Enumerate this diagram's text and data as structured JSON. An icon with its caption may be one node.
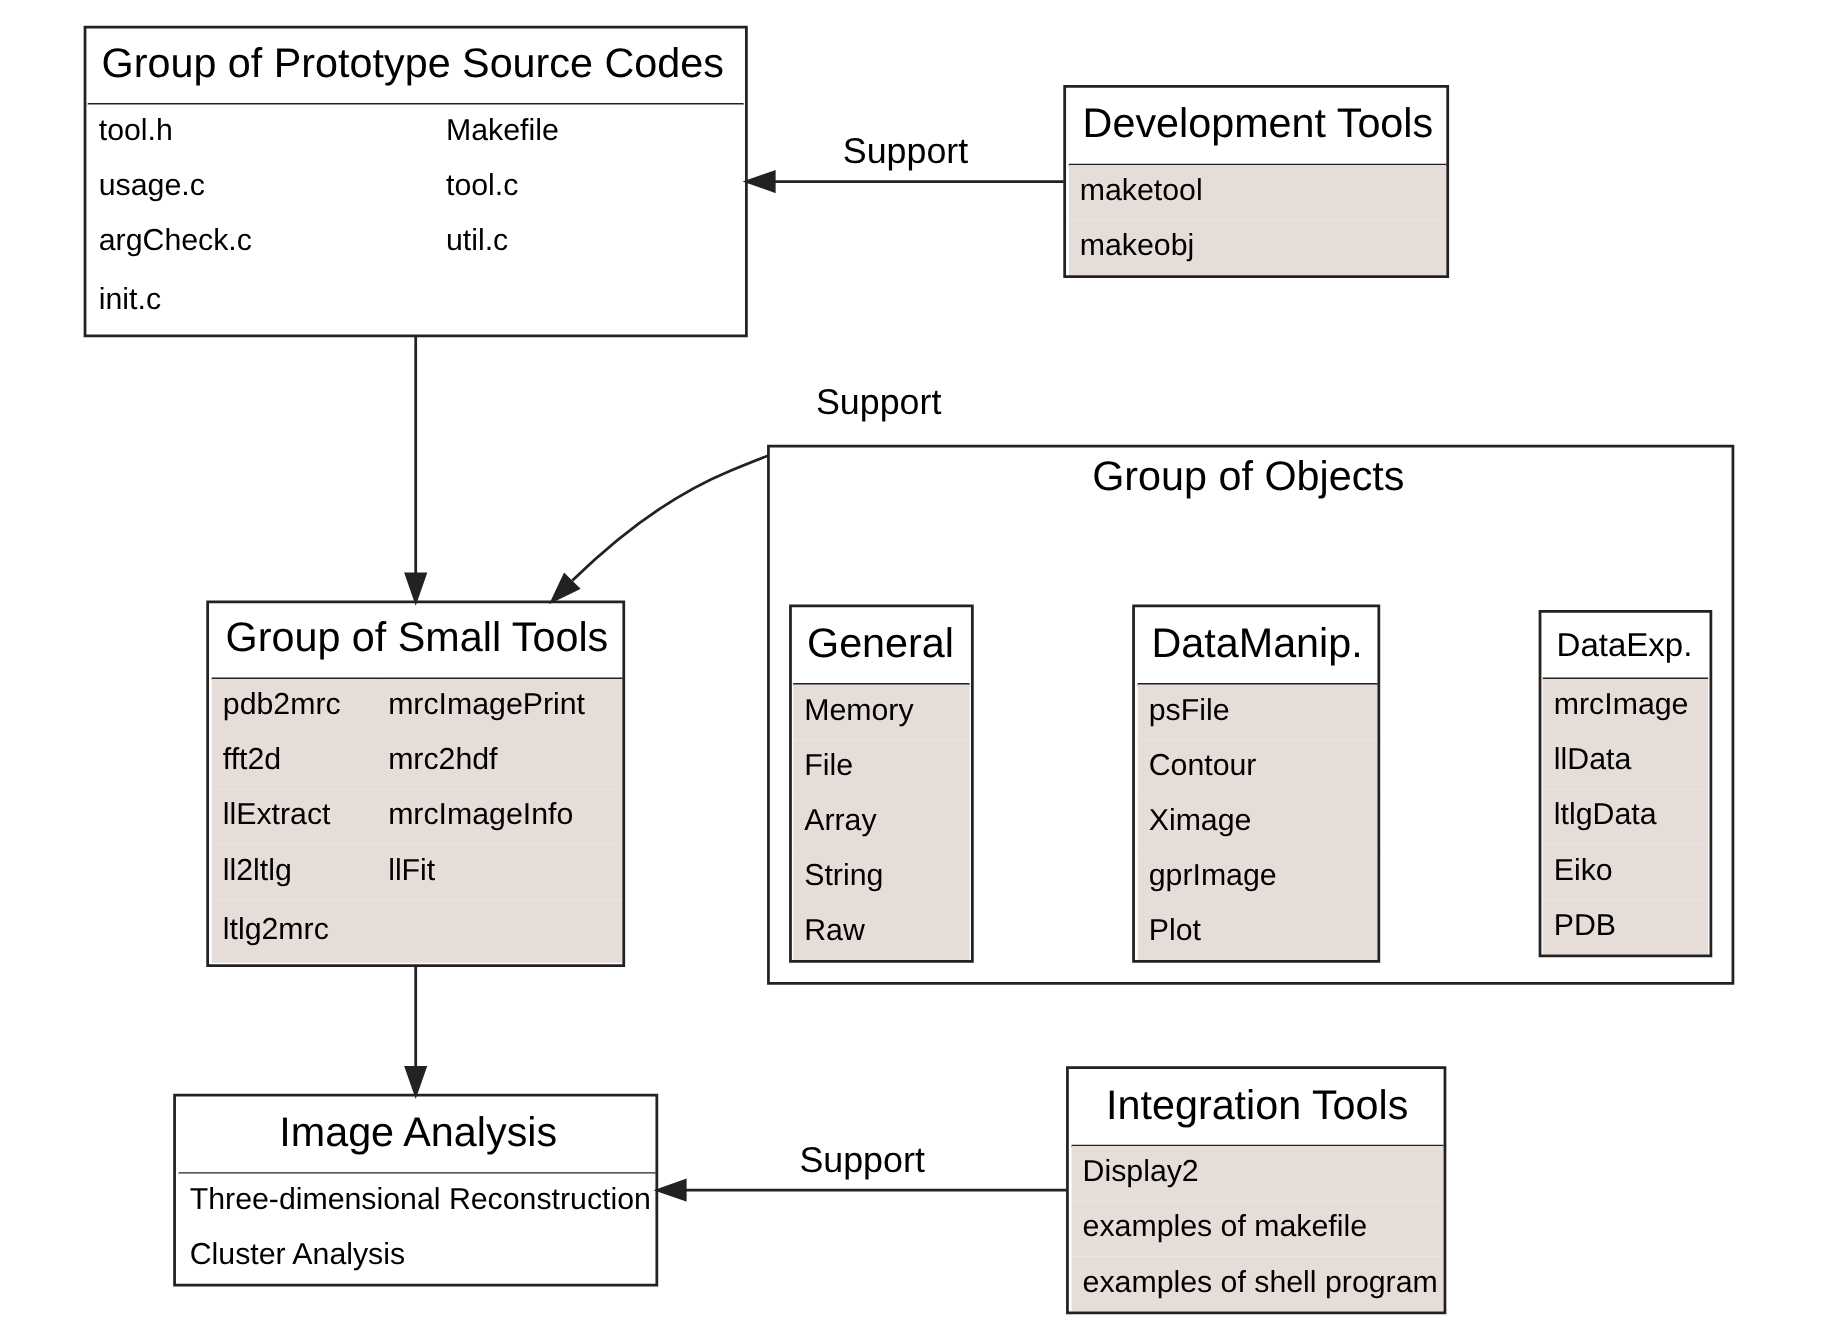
{
  "diagram": {
    "nodes": [
      {
        "text": [
          "Group of Prototype Source Codes",
          "tool.h",
          "Makefile",
          "usage.c",
          "tool.c",
          "argCheck.c",
          "util.c",
          "init.c"
        ]
      },
      {
        "text": [
          "Development Tools",
          "maketool",
          "makeobj"
        ]
      },
      {
        "text": [
          "Group of Small Tools",
          "pdb2mrc",
          "mrcImagePrint",
          "fft2d",
          "mrc2hdf",
          "llExtract",
          "mrcImageInfo",
          "ll2ltlg",
          "llFit",
          "ltlg2mrc"
        ]
      },
      {
        "text": [
          "Group of Objects"
        ]
      },
      {
        "text": [
          "DataExp.",
          "mrcImage",
          "llData",
          "ltlgData",
          "Eiko",
          "PDB"
        ],
        "in": 3
      },
      {
        "text": [
          "DataManip.",
          "psFile",
          "Contour",
          "Ximage",
          "gprImage",
          "Plot"
        ],
        "in": 3
      },
      {
        "text": [
          "General",
          "Memory",
          "File",
          "Array",
          "String",
          "Raw"
        ],
        "in": 3
      },
      {
        "text": [
          "Image Analysis",
          "Three-dimensional Reconstruction",
          "Cluster Analysis"
        ]
      },
      {
        "text": [
          "Integration Tools",
          "Display2",
          "examples of makefile",
          "examples of shell program"
        ]
      }
    ],
    "edges": [
      {
        "from": 0,
        "to": 2,
        "arrow": "to"
      },
      {
        "from": 2,
        "to": 7,
        "arrow": "to"
      },
      {
        "from": 1,
        "to": 0,
        "arrow": "to",
        "label": "Support"
      },
      {
        "from": 3,
        "to": 2,
        "arrow": "to",
        "label": "Support"
      },
      {
        "from": 8,
        "to": 7,
        "arrow": "to",
        "label": "Support"
      }
    ]
  }
}
